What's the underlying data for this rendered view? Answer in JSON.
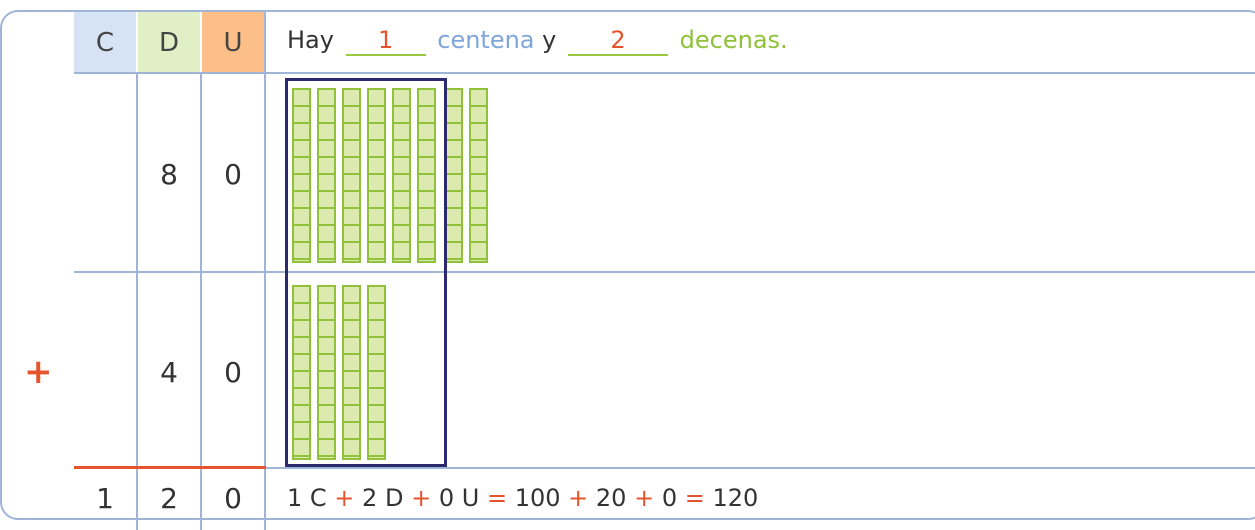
{
  "headers": {
    "c": "C",
    "d": "D",
    "u": "U"
  },
  "colors": {
    "c_header": "#d5e3f5",
    "d_header": "#e0efc5",
    "u_header": "#fcbf87",
    "grid": "#9fb6d9",
    "red": "#e5542c",
    "green": "#8fc13a",
    "navy": "#2b2a6e"
  },
  "sentence": {
    "hay": "Hay",
    "blank1": "1",
    "centena": "centena",
    "y": "y",
    "blank2": "2",
    "decenas": "decenas."
  },
  "rows": [
    {
      "c": "",
      "d": "8",
      "u": "0",
      "rods": 8
    },
    {
      "c": "",
      "d": "4",
      "u": "0",
      "rods": 4
    }
  ],
  "plus": "+",
  "result": {
    "c": "1",
    "d": "2",
    "u": "0"
  },
  "equation": {
    "t1": "1 C",
    "p1": "+",
    "t2": "2 D",
    "p2": "+",
    "t3": "0 U",
    "eq": "=",
    "t4": "100",
    "p3": "+",
    "t5": "20",
    "p4": "+",
    "t6": "0",
    "eq2": "=",
    "t7": "120"
  },
  "icons": {
    "plus": "plus-sign-icon"
  }
}
